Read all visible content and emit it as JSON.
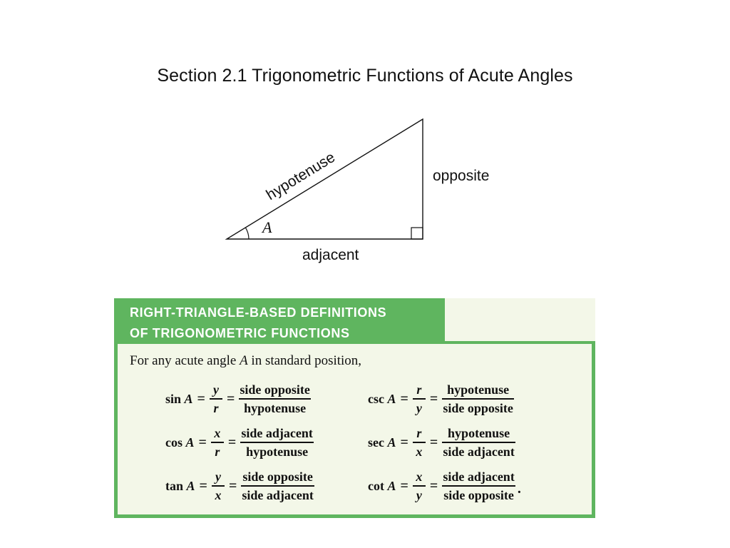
{
  "slide": {
    "title": "Section 2.1 Trigonometric Functions of Acute Angles"
  },
  "triangle": {
    "hypotenuse_label": "hypotenuse",
    "opposite_label": "opposite",
    "adjacent_label": "adjacent",
    "angle_label": "A"
  },
  "definitions": {
    "title_line1": "RIGHT-TRIANGLE-BASED DEFINITIONS",
    "title_line2": "OF TRIGONOMETRIC FUNCTIONS",
    "intro": "For any acute angle A in standard position,",
    "header_color": "#5fb55f",
    "panel_color": "#f3f7e8",
    "formulas": [
      {
        "fn": "sin A",
        "var_num": "y",
        "var_den": "r",
        "word_num": "side opposite",
        "word_den": "hypotenuse"
      },
      {
        "fn": "cos A",
        "var_num": "x",
        "var_den": "r",
        "word_num": "side adjacent",
        "word_den": "hypotenuse"
      },
      {
        "fn": "tan A",
        "var_num": "y",
        "var_den": "x",
        "word_num": "side opposite",
        "word_den": "side adjacent"
      },
      {
        "fn": "csc A",
        "var_num": "r",
        "var_den": "y",
        "word_num": "hypotenuse",
        "word_den": "side opposite"
      },
      {
        "fn": "sec A",
        "var_num": "r",
        "var_den": "x",
        "word_num": "hypotenuse",
        "word_den": "side adjacent"
      },
      {
        "fn": "cot A",
        "var_num": "x",
        "var_den": "y",
        "word_num": "side adjacent",
        "word_den": "side opposite"
      }
    ]
  }
}
